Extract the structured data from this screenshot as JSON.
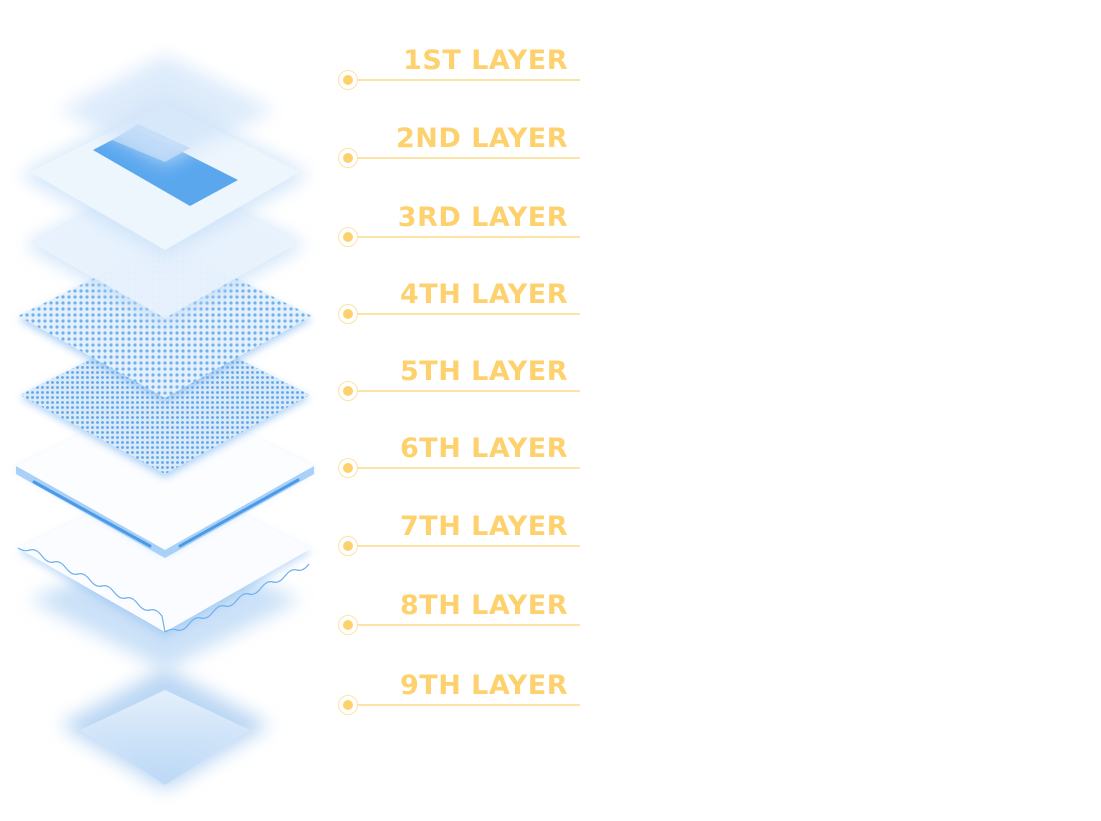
{
  "diagram": {
    "title": "",
    "accent_color": "#fdd26e",
    "layer_color": "#5aa7ee",
    "layers": [
      {
        "label": "1ST LAYER",
        "style": "soft-haze"
      },
      {
        "label": "2ND LAYER",
        "style": "blue-core-sheet"
      },
      {
        "label": "3RD LAYER",
        "style": "light-sheet"
      },
      {
        "label": "4TH LAYER",
        "style": "dotted-mesh"
      },
      {
        "label": "5TH LAYER",
        "style": "fine-mesh"
      },
      {
        "label": "6TH LAYER",
        "style": "channel-sheet"
      },
      {
        "label": "7TH LAYER",
        "style": "wavy-edge-sheet"
      },
      {
        "label": "8TH LAYER",
        "style": "soft-haze"
      },
      {
        "label": "9TH LAYER",
        "style": "base-haze"
      }
    ]
  }
}
